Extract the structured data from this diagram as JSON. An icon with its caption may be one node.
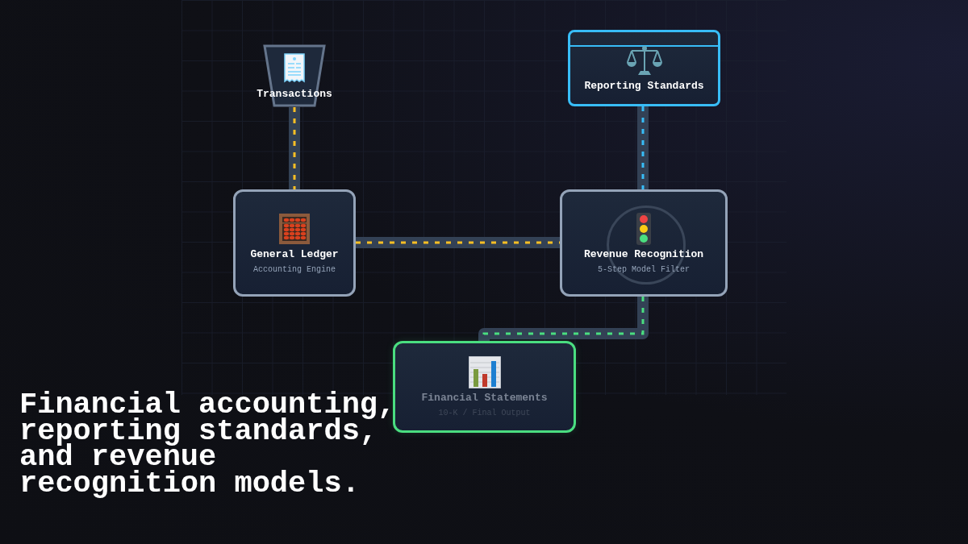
{
  "diagram": {
    "title": "Financial accounting, reporting standards, and revenue recognition models.",
    "nodes": [
      {
        "text": [
          "Transactions"
        ]
      },
      {
        "text": [
          "Reporting Standards"
        ]
      },
      {
        "text": [
          "General Ledger",
          "Accounting Engine"
        ]
      },
      {
        "text": [
          "Revenue Recognition",
          "5-Step Model Filter"
        ]
      },
      {
        "text": [
          "Financial Statements",
          "10-K / Final Output"
        ]
      }
    ],
    "edges": [
      {
        "from": 0,
        "to": 2,
        "arrow": "none",
        "style": "dashed"
      },
      {
        "from": 2,
        "to": 3,
        "arrow": "none",
        "style": "dashed"
      },
      {
        "from": 1,
        "to": 3,
        "arrow": "none",
        "style": "dashed",
        "color": "#38bdf8"
      },
      {
        "from": 3,
        "to": 4,
        "arrow": "none",
        "style": "dashed",
        "color": "#4ade80"
      }
    ]
  }
}
